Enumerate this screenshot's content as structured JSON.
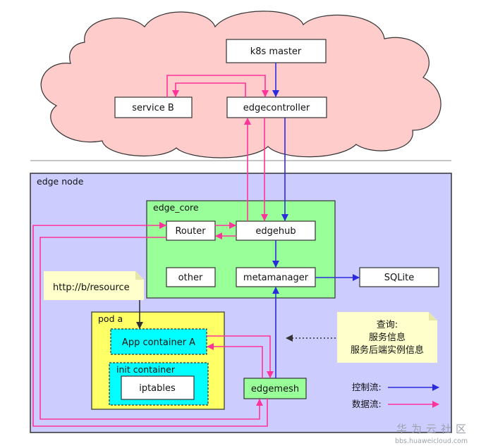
{
  "nodes": {
    "k8s_master": "k8s master",
    "service_b": "service B",
    "edgecontroller": "edgecontroller",
    "edge_node": "edge node",
    "edge_core": "edge_core",
    "router": "Router",
    "edgehub": "edgehub",
    "other": "other",
    "metamanager": "metamanager",
    "sqlite": "SQLite",
    "pod_a": "pod a",
    "app_container": "App container A",
    "init_container": "init container",
    "iptables": "iptables",
    "edgemesh": "edgemesh"
  },
  "notes": {
    "resource": "http://b/resource",
    "query_title": "查询:",
    "query_line1": "服务信息",
    "query_line2": "服务后端实例信息"
  },
  "legend": {
    "control": "控制流:",
    "data": "数据流:"
  },
  "watermark": {
    "brand": "华为云社区",
    "url": "bbs.huaweicloud.com"
  },
  "colors": {
    "cloud_fill": "#ffcccc",
    "edge_node_fill": "#ccccff",
    "edge_core_fill": "#99ff99",
    "pod_fill": "#ffff66",
    "container_fill": "#00ffff",
    "note_fill": "#ffffcc",
    "control_flow": "#2b2bdd",
    "data_flow": "#ff3399"
  }
}
